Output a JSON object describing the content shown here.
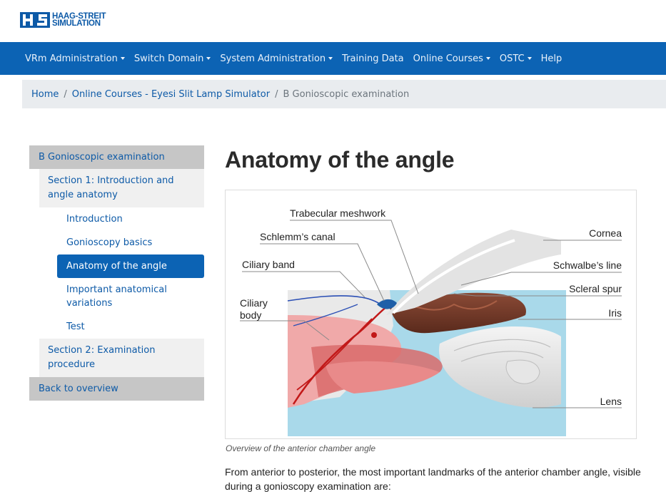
{
  "brand": {
    "line1": "HAAG-STREIT",
    "line2": "SIMULATION",
    "logo_icon": "hs-logo-icon",
    "brand_color": "#0d5aa7"
  },
  "navbar": {
    "background": "#0c63b4",
    "items": [
      {
        "label": "VRm Administration",
        "dropdown": true
      },
      {
        "label": "Switch Domain",
        "dropdown": true
      },
      {
        "label": "System Administration",
        "dropdown": true
      },
      {
        "label": "Training Data",
        "dropdown": false
      },
      {
        "label": "Online Courses",
        "dropdown": true
      },
      {
        "label": "OSTC",
        "dropdown": true
      },
      {
        "label": "Help",
        "dropdown": false
      }
    ]
  },
  "breadcrumb": {
    "home": "Home",
    "course": "Online Courses - Eyesi Slit Lamp Simulator",
    "current": "B Gonioscopic examination"
  },
  "sidebar": {
    "module": "B Gonioscopic examination",
    "section1": "Section 1: Introduction and angle anatomy",
    "items": [
      {
        "label": "Introduction",
        "active": false
      },
      {
        "label": "Gonioscopy basics",
        "active": false
      },
      {
        "label": "Anatomy of the angle",
        "active": true
      },
      {
        "label": "Important anatomical variations",
        "active": false
      },
      {
        "label": "Test",
        "active": false
      }
    ],
    "section2": "Section 2: Examination procedure",
    "back": "Back to overview"
  },
  "content": {
    "title": "Anatomy of the angle",
    "figure_labels": {
      "trabecular": "Trabecular meshwork",
      "schlemm": "Schlemm’s canal",
      "ciliary_band": "Ciliary band",
      "ciliary_body_1": "Ciliary",
      "ciliary_body_2": "body",
      "cornea": "Cornea",
      "schwalbe": "Schwalbe’s line",
      "scleral": "Scleral spur",
      "iris": "Iris",
      "lens": "Lens"
    },
    "caption": "Overview of the anterior chamber angle",
    "paragraph": "From anterior to posterior, the most important landmarks of the anterior chamber angle, visible during a gonioscopy examination are:"
  }
}
